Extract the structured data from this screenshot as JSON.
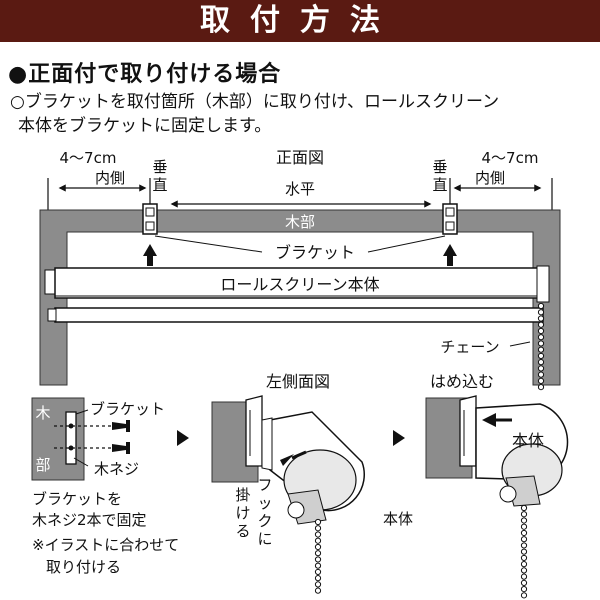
{
  "header": {
    "title": "取付方法"
  },
  "section": {
    "title": "●正面付で取り付ける場合"
  },
  "intro": {
    "line1": "○ブラケットを取付箇所（木部）に取り付け、ロールスクリーン",
    "line2": "本体をブラケットに固定します。"
  },
  "front_view": {
    "title": "正面図",
    "dim_left": "4～7cm",
    "inner_left": "内側",
    "dim_right": "4～7cm",
    "inner_right": "内側",
    "vertical_left": [
      "垂",
      "直"
    ],
    "vertical_right": [
      "垂",
      "直"
    ],
    "horizontal": "水平",
    "wood": "木部",
    "bracket": "ブラケット",
    "body": "ロールスクリーン本体",
    "chain": "チェーン"
  },
  "step1": {
    "wood": [
      "木",
      "部"
    ],
    "bracket": "ブラケット",
    "screw": "木ネジ",
    "note1": "ブラケットを",
    "note2": "木ネジ2本で固定",
    "note3": "※イラストに合わせて",
    "note4": "取り付ける"
  },
  "step2": {
    "title": "左側面図",
    "hook1": [
      "掛",
      "け",
      "る"
    ],
    "hook2": [
      "フ",
      "ッ",
      "ク",
      "に"
    ],
    "body": "本体"
  },
  "step3": {
    "title": "はめ込む",
    "body": "本体"
  },
  "colors": {
    "header_bg": "#5a1a12",
    "wood": "#8c8c8c"
  },
  "icons": [
    "arrow-up-icon",
    "arrow-right-icon",
    "screw-icon",
    "pull-chain-icon"
  ]
}
